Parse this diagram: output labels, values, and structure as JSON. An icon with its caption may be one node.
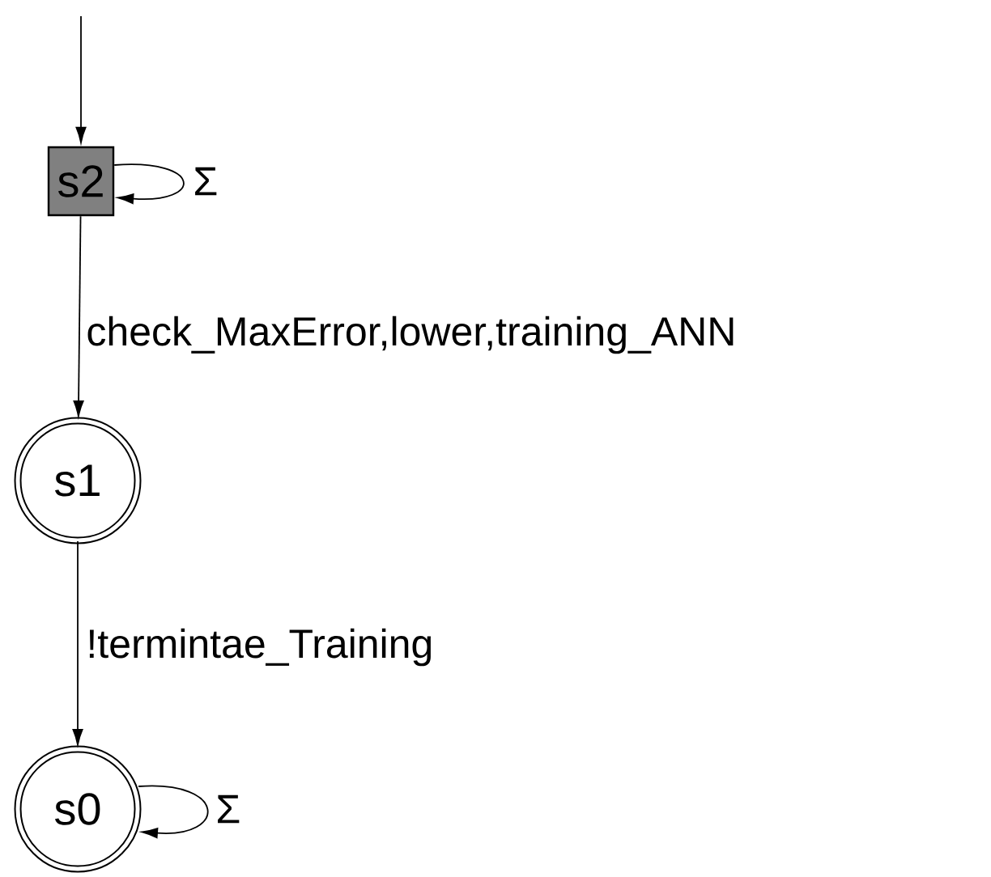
{
  "diagram": {
    "nodes": [
      {
        "text": [
          "s2"
        ]
      },
      {
        "text": [
          "s1"
        ]
      },
      {
        "text": [
          "s0"
        ]
      }
    ],
    "edges": [
      {
        "from": null,
        "to": 0,
        "arrow": "to"
      },
      {
        "from": 0,
        "to": 0,
        "arrow": "to",
        "label": "Σ"
      },
      {
        "from": 0,
        "to": 1,
        "arrow": "to",
        "label": "check_MaxError,lower,training_ANN"
      },
      {
        "from": 1,
        "to": 2,
        "arrow": "to",
        "label": "!termintae_Training"
      },
      {
        "from": 2,
        "to": 2,
        "arrow": "to",
        "label": "Σ"
      }
    ]
  }
}
